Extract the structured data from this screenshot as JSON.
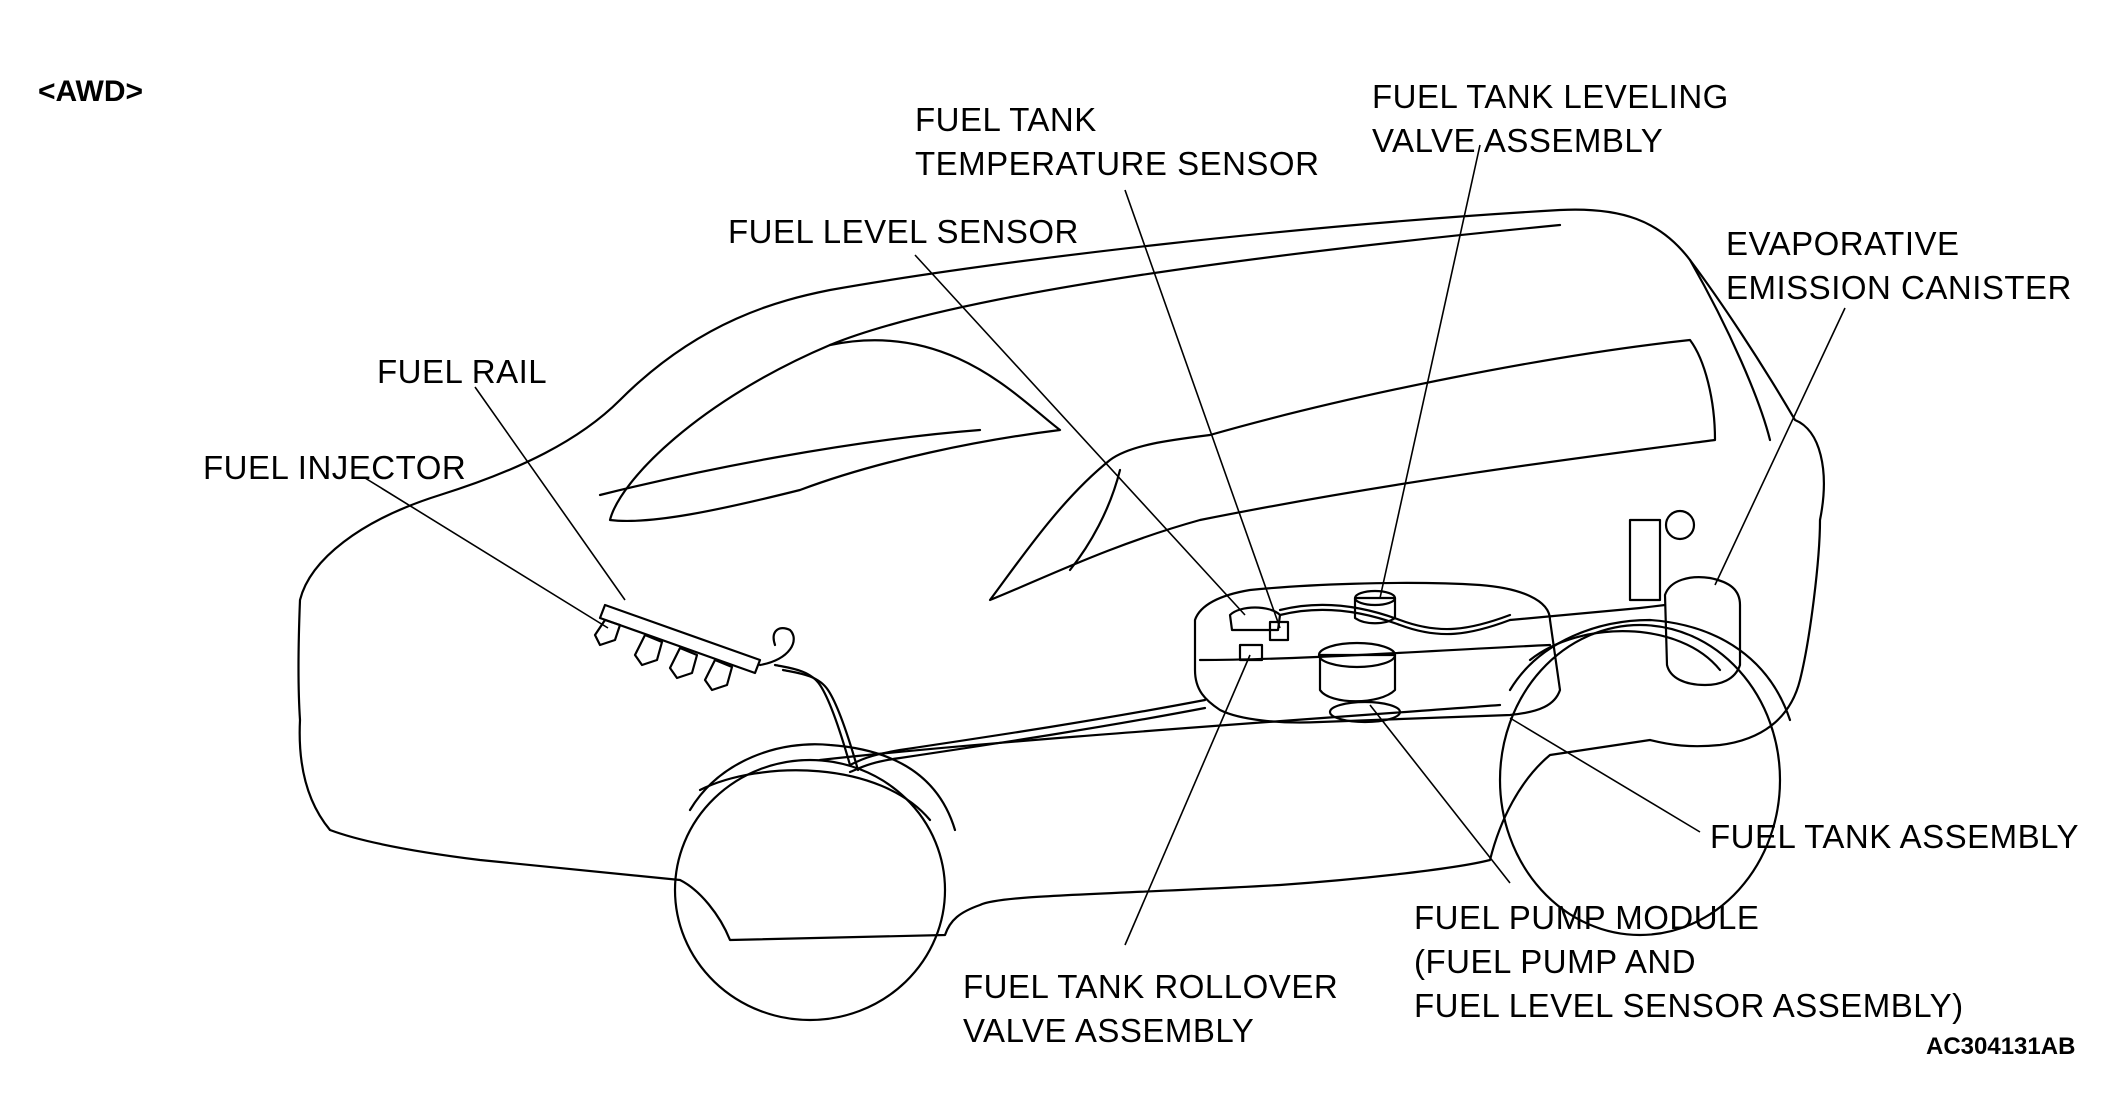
{
  "variant_tag": "<AWD>",
  "figure_id": "AC304131AB",
  "labels": {
    "fuel_tank_temperature_sensor": [
      "FUEL TANK",
      "TEMPERATURE SENSOR"
    ],
    "fuel_tank_leveling_valve": [
      "FUEL TANK LEVELING",
      "VALVE ASSEMBLY"
    ],
    "fuel_level_sensor": [
      "FUEL LEVEL SENSOR"
    ],
    "evaporative_emission_canister": [
      "EVAPORATIVE",
      "EMISSION CANISTER"
    ],
    "fuel_rail": [
      "FUEL RAIL"
    ],
    "fuel_injector": [
      "FUEL INJECTOR"
    ],
    "fuel_tank_assembly": [
      "FUEL TANK ASSEMBLY"
    ],
    "fuel_pump_module": [
      "FUEL PUMP MODULE",
      "(FUEL PUMP AND",
      "FUEL LEVEL SENSOR ASSEMBLY)"
    ],
    "fuel_tank_rollover_valve": [
      "FUEL TANK ROLLOVER",
      "VALVE ASSEMBLY"
    ]
  }
}
